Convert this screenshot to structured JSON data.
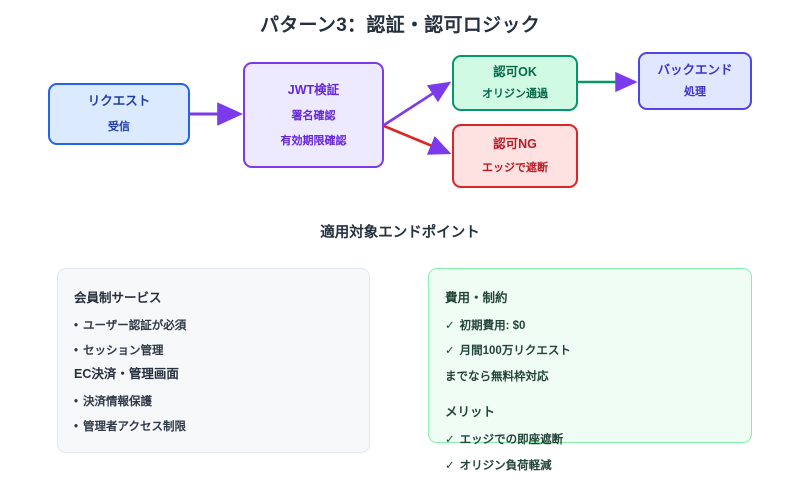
{
  "title": "パターン3：認証・認可ロジック",
  "section_heading": "適用対象エンドポイント",
  "colors": {
    "request_border": "#2563eb",
    "request_fill": "#dbeafe",
    "jwt_border": "#7c3aed",
    "jwt_fill": "#ede9fe",
    "ok_border": "#059669",
    "ok_fill": "#d1fae5",
    "ng_border": "#dc2626",
    "ng_fill": "#fee2e2",
    "backend_border": "#4f46e5",
    "backend_fill": "#e0e7ff",
    "arrow_purple": "#7c3aed",
    "arrow_red": "#dc2626",
    "arrow_green": "#059669",
    "panel_gray_fill": "#f7f8fa",
    "panel_green_fill": "#f0fdf4",
    "panel_green_border": "#86efac"
  },
  "flow": {
    "nodes": {
      "request": {
        "title": "リクエスト",
        "sub": "受信"
      },
      "jwt": {
        "title": "JWT検証",
        "sub1": "署名確認",
        "sub2": "有効期限確認"
      },
      "ok": {
        "title": "認可OK",
        "sub": "オリジン通過"
      },
      "ng": {
        "title": "認可NG",
        "sub": "エッジで遮断"
      },
      "backend": {
        "title": "バックエンド",
        "sub": "処理"
      }
    },
    "edges": [
      {
        "name": "request-to-jwt",
        "color": "#7c3aed"
      },
      {
        "name": "jwt-to-ok",
        "color": "#7c3aed"
      },
      {
        "name": "jwt-to-ng",
        "color": "#dc2626"
      },
      {
        "name": "ok-to-backend",
        "color": "#059669"
      }
    ]
  },
  "panels": {
    "endpoints": {
      "groups": [
        {
          "title": "会員制サービス",
          "items": [
            {
              "mark": "•",
              "text": "ユーザー認証が必須"
            },
            {
              "mark": "•",
              "text": "セッション管理"
            }
          ]
        },
        {
          "title": "EC決済・管理画面",
          "items": [
            {
              "mark": "•",
              "text": "決済情報保護"
            },
            {
              "mark": "•",
              "text": "管理者アクセス制限"
            }
          ]
        }
      ]
    },
    "cost": {
      "groups": [
        {
          "title": "費用・制約",
          "items": [
            {
              "mark": "✓",
              "text": "初期費用: $0"
            },
            {
              "mark": "✓",
              "text": "月間100万リクエスト"
            },
            {
              "mark": "",
              "text": "までなら無料枠対応"
            }
          ]
        },
        {
          "title": "メリット",
          "items": [
            {
              "mark": "✓",
              "text": "エッジでの即座遮断"
            },
            {
              "mark": "✓",
              "text": "オリジン負荷軽減"
            }
          ]
        }
      ]
    }
  }
}
